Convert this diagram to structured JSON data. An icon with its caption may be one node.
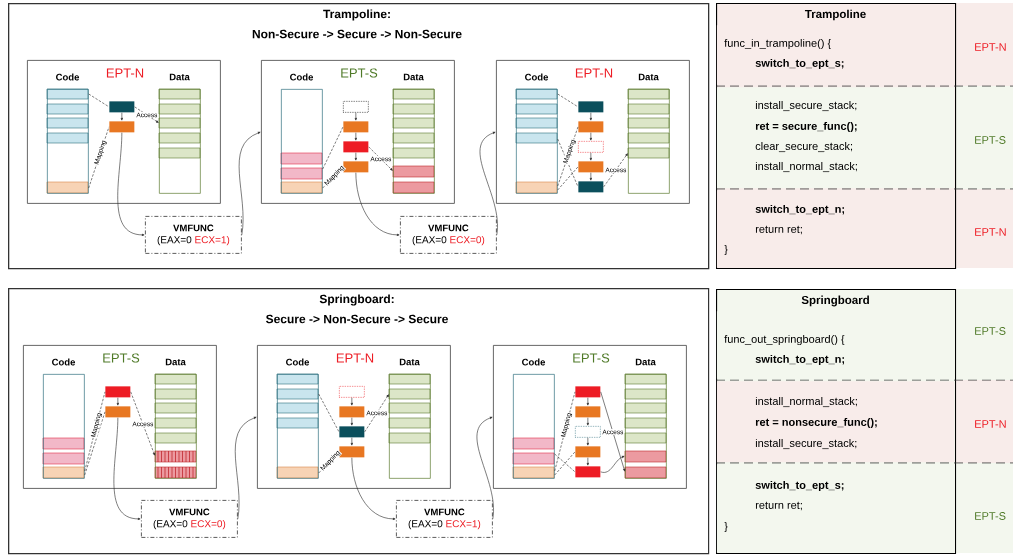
{
  "diagram": {
    "nodes": [
      {
        "text": [
          "Trampoline:",
          "Non-Secure -> Secure -> Non-Secure"
        ]
      },
      {
        "text": [
          "EPT-N"
        ],
        "in": 0
      },
      {
        "text": [
          "Code"
        ],
        "in": 1
      },
      {
        "text": [
          "Data"
        ],
        "in": 1
      },
      {
        "text": [],
        "shape": "box",
        "in": 1
      },
      {
        "text": [],
        "shape": "box",
        "in": 1
      },
      {
        "text": [
          "EPT-S"
        ],
        "in": 0
      },
      {
        "text": [
          "Code"
        ],
        "in": 6
      },
      {
        "text": [
          "Data"
        ],
        "in": 6
      },
      {
        "text": [],
        "shape": "box",
        "in": 6
      },
      {
        "text": [],
        "shape": "box",
        "in": 6
      },
      {
        "text": [],
        "shape": "box",
        "in": 6
      },
      {
        "text": [],
        "shape": "box",
        "in": 6
      },
      {
        "text": [
          "EPT-N"
        ],
        "in": 0
      },
      {
        "text": [
          "Code"
        ],
        "in": 13
      },
      {
        "text": [
          "Data"
        ],
        "in": 13
      },
      {
        "text": [],
        "shape": "box",
        "in": 13
      },
      {
        "text": [],
        "shape": "box",
        "in": 13
      },
      {
        "text": [],
        "shape": "box",
        "in": 13
      },
      {
        "text": [],
        "shape": "box",
        "in": 13
      },
      {
        "text": [],
        "shape": "box",
        "in": 13
      },
      {
        "text": [
          "VMFUNC",
          "(EAX=0",
          "ECX=1)"
        ],
        "in": 0
      },
      {
        "text": [
          "VMFUNC",
          "(EAX=0",
          "ECX=0)"
        ],
        "in": 0
      },
      {
        "text": [
          "Trampoline"
        ]
      },
      {
        "text": [
          "func_in_trampoline() {",
          "switch_to_ept_s;"
        ],
        "beside": [
          "EPT-N"
        ],
        "in": 23
      },
      {
        "text": [
          "install_secure_stack;",
          "ret = secure_func();",
          "clear_secure_stack;",
          "install_normal_stack;"
        ],
        "beside": [
          "EPT-S"
        ],
        "in": 23
      },
      {
        "text": [
          "switch_to_ept_n;",
          "return ret;",
          "}"
        ],
        "beside": [
          "EPT-N"
        ],
        "in": 23
      },
      {
        "text": [
          "Springboard:",
          "Secure -> Non-Secure -> Secure"
        ]
      },
      {
        "text": [
          "EPT-S"
        ],
        "in": 27
      },
      {
        "text": [
          "Code"
        ],
        "in": 28
      },
      {
        "text": [
          "Data"
        ],
        "in": 28
      },
      {
        "text": [],
        "shape": "box",
        "in": 28
      },
      {
        "text": [],
        "shape": "box",
        "in": 28
      },
      {
        "text": [
          "EPT-N"
        ],
        "in": 27
      },
      {
        "text": [
          "Code"
        ],
        "in": 33
      },
      {
        "text": [
          "Data"
        ],
        "in": 33
      },
      {
        "text": [],
        "shape": "box",
        "in": 33
      },
      {
        "text": [],
        "shape": "box",
        "in": 33
      },
      {
        "text": [],
        "shape": "box",
        "in": 33
      },
      {
        "text": [],
        "shape": "box",
        "in": 33
      },
      {
        "text": [
          "EPT-S"
        ],
        "in": 27
      },
      {
        "text": [
          "Code"
        ],
        "in": 40
      },
      {
        "text": [
          "Data"
        ],
        "in": 40
      },
      {
        "text": [],
        "shape": "box",
        "in": 40
      },
      {
        "text": [],
        "shape": "box",
        "in": 40
      },
      {
        "text": [],
        "shape": "box",
        "in": 40
      },
      {
        "text": [],
        "shape": "box",
        "in": 40
      },
      {
        "text": [],
        "shape": "box",
        "in": 40
      },
      {
        "text": [
          "VMFUNC",
          "(EAX=0",
          "ECX=0)"
        ],
        "in": 27
      },
      {
        "text": [
          "VMFUNC",
          "(EAX=0",
          "ECX=1)"
        ],
        "in": 27
      },
      {
        "text": [
          "Springboard"
        ]
      },
      {
        "text": [
          "func_out_springboard() {",
          "switch_to_ept_n;"
        ],
        "beside": [
          "EPT-S"
        ],
        "in": 50
      },
      {
        "text": [
          "install_normal_stack;",
          "ret = nonsecure_func();",
          "install_secure_stack;"
        ],
        "beside": [
          "EPT-N"
        ],
        "in": 50
      },
      {
        "text": [
          "switch_to_ept_s;",
          "return ret;",
          "}"
        ],
        "beside": [
          "EPT-S"
        ],
        "in": 50
      }
    ],
    "edges": [
      {
        "from": 2,
        "to": 4,
        "arrow": "none",
        "style": "dashed"
      },
      {
        "from": 2,
        "to": 5,
        "arrow": "none",
        "style": "dashed",
        "label": "Mapping"
      },
      {
        "from": 4,
        "to": 5,
        "arrow": "to"
      },
      {
        "from": 4,
        "to": 3,
        "arrow": "to",
        "style": "dashed",
        "label": "Access"
      },
      {
        "from": 5,
        "to": 21,
        "arrow": "to"
      },
      {
        "from": 21,
        "to": 6,
        "arrow": "to"
      },
      {
        "from": 7,
        "to": 10,
        "arrow": "none",
        "style": "dashed"
      },
      {
        "from": 7,
        "to": 12,
        "arrow": "none",
        "style": "dashed",
        "label": "Mapping"
      },
      {
        "from": 9,
        "to": 10,
        "arrow": "to"
      },
      {
        "from": 10,
        "to": 11,
        "arrow": "to"
      },
      {
        "from": 11,
        "to": 12,
        "arrow": "to"
      },
      {
        "from": 11,
        "to": 8,
        "arrow": "to",
        "style": "dashed",
        "label": "Access"
      },
      {
        "from": 12,
        "to": 22,
        "arrow": "to"
      },
      {
        "from": 22,
        "to": 13,
        "arrow": "to"
      },
      {
        "from": 14,
        "to": 16,
        "arrow": "none",
        "style": "dashed"
      },
      {
        "from": 14,
        "to": 20,
        "arrow": "none",
        "style": "dashed"
      },
      {
        "from": 14,
        "to": 17,
        "arrow": "none",
        "style": "dashed",
        "label": "Mapping"
      },
      {
        "from": 14,
        "to": 19,
        "arrow": "none",
        "style": "dashed"
      },
      {
        "from": 16,
        "to": 17,
        "arrow": "to"
      },
      {
        "from": 17,
        "to": 18,
        "arrow": "to"
      },
      {
        "from": 18,
        "to": 19,
        "arrow": "to"
      },
      {
        "from": 19,
        "to": 20,
        "arrow": "to"
      },
      {
        "from": 20,
        "to": 15,
        "arrow": "to",
        "style": "dashed",
        "label": "Access"
      },
      {
        "from": 29,
        "to": 31,
        "arrow": "none",
        "style": "dashed",
        "label": "Mapping"
      },
      {
        "from": 29,
        "to": 32,
        "arrow": "none",
        "style": "dashed"
      },
      {
        "from": 31,
        "to": 32,
        "arrow": "to"
      },
      {
        "from": 31,
        "to": 30,
        "arrow": "to",
        "style": "dashed",
        "label": "Access"
      },
      {
        "from": 32,
        "to": 48,
        "arrow": "to"
      },
      {
        "from": 48,
        "to": 33,
        "arrow": "to"
      },
      {
        "from": 34,
        "to": 38,
        "arrow": "none",
        "style": "dashed"
      },
      {
        "from": 34,
        "to": 39,
        "arrow": "none",
        "style": "dashed",
        "label": "Mapping"
      },
      {
        "from": 36,
        "to": 37,
        "arrow": "to"
      },
      {
        "from": 37,
        "to": 38,
        "arrow": "to"
      },
      {
        "from": 38,
        "to": 39,
        "arrow": "to"
      },
      {
        "from": 38,
        "to": 35,
        "arrow": "to",
        "style": "dashed",
        "label": "Access"
      },
      {
        "from": 39,
        "to": 49,
        "arrow": "to"
      },
      {
        "from": 49,
        "to": 40,
        "arrow": "to"
      },
      {
        "from": 41,
        "to": 43,
        "arrow": "none",
        "style": "dashed",
        "label": "Mapping"
      },
      {
        "from": 41,
        "to": 46,
        "arrow": "none",
        "style": "dashed"
      },
      {
        "from": 41,
        "to": 47,
        "arrow": "none",
        "style": "dashed"
      },
      {
        "from": 43,
        "to": 44,
        "arrow": "to"
      },
      {
        "from": 44,
        "to": 45,
        "arrow": "to"
      },
      {
        "from": 45,
        "to": 46,
        "arrow": "to"
      },
      {
        "from": 46,
        "to": 47,
        "arrow": "to"
      },
      {
        "from": 43,
        "to": 42,
        "arrow": "to",
        "label": "Access"
      },
      {
        "from": 47,
        "to": 42,
        "arrow": "to"
      }
    ]
  }
}
